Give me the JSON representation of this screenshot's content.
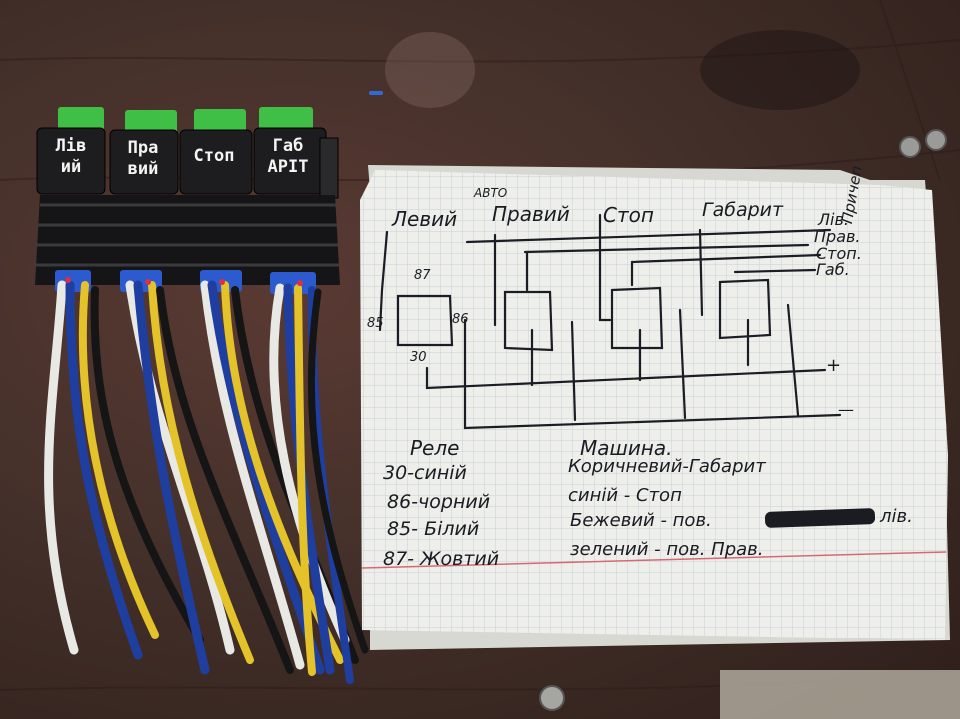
{
  "relays": [
    {
      "line1": "Лів",
      "line2": "ий"
    },
    {
      "line1": "Пра",
      "line2": "вий"
    },
    {
      "line1": "Стоп",
      "line2": ""
    },
    {
      "line1": "Габ",
      "line2": "APIT"
    }
  ],
  "diagram": {
    "top_label": "АВТО",
    "columns": [
      "Левий",
      "Правий",
      "Стоп",
      "Габарит"
    ],
    "lines": [
      "Лів.",
      "Прав.",
      "Стоп.",
      "Габ."
    ],
    "side_label": "Причеп",
    "pins": {
      "p85": "85",
      "p87": "87",
      "p86": "86",
      "p30": "30"
    },
    "plus": "+",
    "minus": "—"
  },
  "legend": {
    "relay_header": "Реле",
    "car_header": "Машина.",
    "relay_rows": [
      "30-синій",
      "86-чорний",
      "85- Білий",
      "87- Жовтий"
    ],
    "car_rows": [
      "Коричневий-Габарит",
      "синій - Стоп",
      "Бежевий - пов.",
      "зелений - пов. Прав."
    ],
    "car_row3_suffix": "лів."
  },
  "colors": {
    "wire_white": "#e8e8e4",
    "wire_blue": "#1e3fa0",
    "wire_yellow": "#e4c22a",
    "wire_black": "#151515",
    "fuse_green": "#3fbf45",
    "paper": "#eeeeea",
    "grid": "#c9d0d6"
  }
}
